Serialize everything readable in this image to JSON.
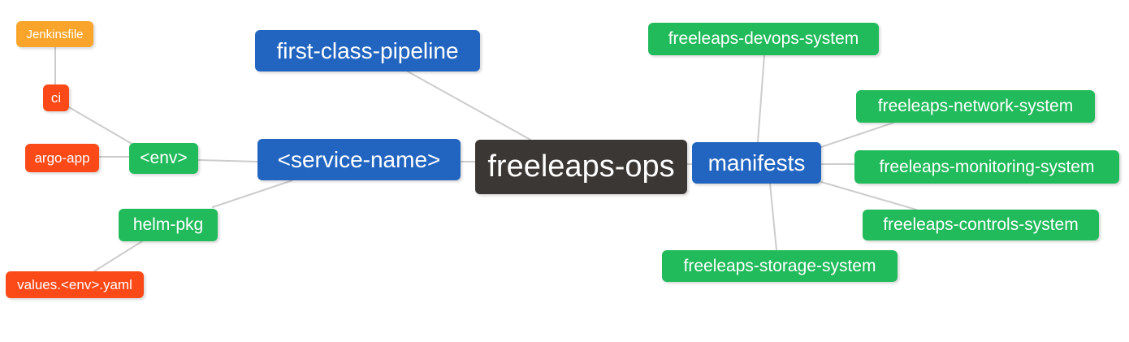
{
  "diagram": {
    "type": "mindmap",
    "root_label": "freeleaps-ops",
    "colors": {
      "background": "#ffffff",
      "edge": "#cccccc",
      "root": "#3b3735",
      "level1": "#2265c0",
      "level2": "#22bb5c",
      "level3": "#fb4a17",
      "level4": "#f9a52b",
      "text": "#ffffff"
    },
    "nodes": {
      "root": {
        "label": "freeleaps-ops",
        "level": 0
      },
      "pipeline": {
        "label": "first-class-pipeline",
        "level": 1
      },
      "service": {
        "label": "<service-name>",
        "level": 1
      },
      "manifests": {
        "label": "manifests",
        "level": 1
      },
      "env": {
        "label": "<env>",
        "level": 2
      },
      "helm": {
        "label": "helm-pkg",
        "level": 2
      },
      "devops": {
        "label": "freeleaps-devops-system",
        "level": 2
      },
      "network": {
        "label": "freeleaps-network-system",
        "level": 2
      },
      "monitoring": {
        "label": "freeleaps-monitoring-system",
        "level": 2
      },
      "controls": {
        "label": "freeleaps-controls-system",
        "level": 2
      },
      "storage": {
        "label": "freeleaps-storage-system",
        "level": 2
      },
      "ci": {
        "label": "ci",
        "level": 3
      },
      "argo": {
        "label": "argo-app",
        "level": 3
      },
      "values": {
        "label": "values.<env>.yaml",
        "level": 3
      },
      "jenkinsfile": {
        "label": "Jenkinsfile",
        "level": 4
      }
    },
    "edges": [
      [
        "root",
        "pipeline"
      ],
      [
        "root",
        "service"
      ],
      [
        "root",
        "manifests"
      ],
      [
        "service",
        "env"
      ],
      [
        "service",
        "helm"
      ],
      [
        "env",
        "ci"
      ],
      [
        "env",
        "argo"
      ],
      [
        "ci",
        "jenkinsfile"
      ],
      [
        "helm",
        "values"
      ],
      [
        "manifests",
        "devops"
      ],
      [
        "manifests",
        "network"
      ],
      [
        "manifests",
        "monitoring"
      ],
      [
        "manifests",
        "controls"
      ],
      [
        "manifests",
        "storage"
      ]
    ]
  }
}
